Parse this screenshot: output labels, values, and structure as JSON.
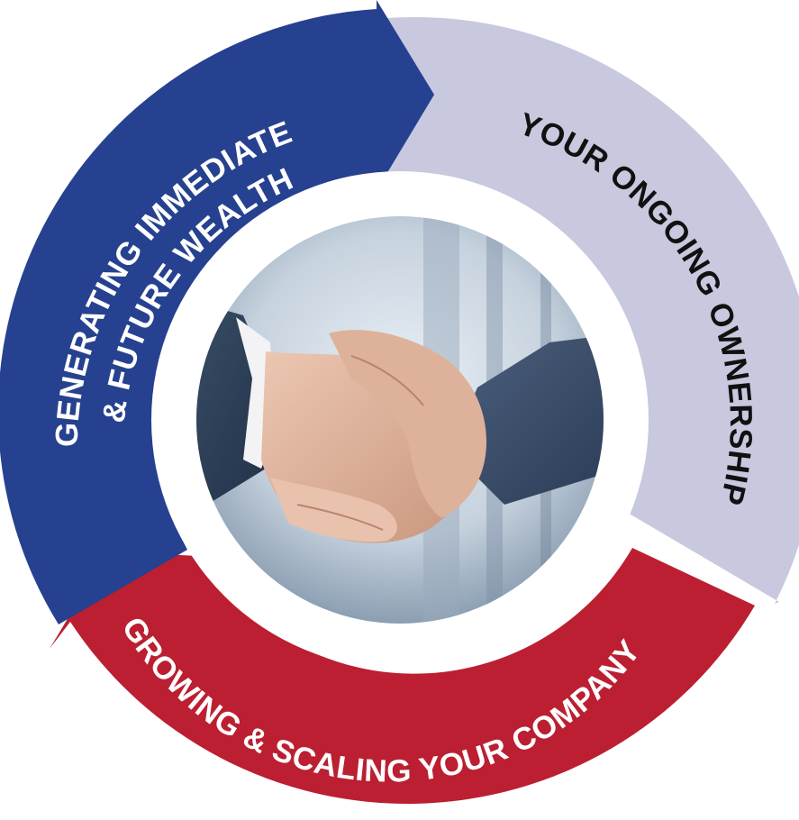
{
  "segments": [
    {
      "id": "wealth",
      "lines": [
        "GENERATING IMMEDIATE",
        "& FUTURE WEALTH"
      ],
      "fill": "#26418f",
      "text_color": "#ffffff"
    },
    {
      "id": "ownership",
      "lines": [
        "YOUR ONGOING OWNERSHIP"
      ],
      "fill": "#c8c8df",
      "text_color": "#111111"
    },
    {
      "id": "growth",
      "lines": [
        "GROWING & SCALING YOUR COMPANY"
      ],
      "fill": "#bb1f31",
      "text_color": "#ffffff"
    }
  ],
  "center_image": {
    "subject": "handshake-photo"
  }
}
